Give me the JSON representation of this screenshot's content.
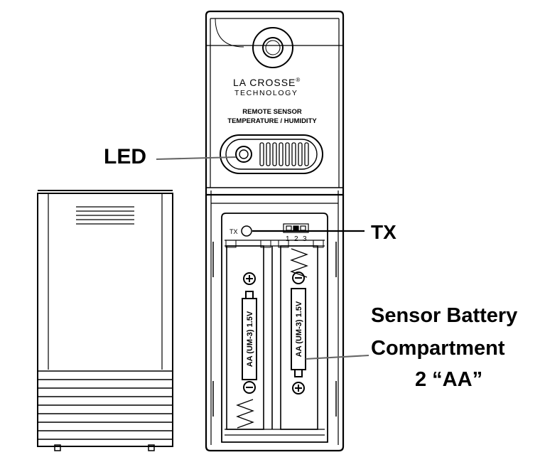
{
  "brand": {
    "name": "LA CROSSE",
    "registered": "®",
    "sub": "TECHNOLOGY"
  },
  "sensor": {
    "title_line1": "REMOTE SENSOR",
    "title_line2": "TEMPERATURE  / HUMIDITY"
  },
  "callouts": {
    "led": "LED",
    "tx": "TX",
    "battery_line1": "Sensor Battery",
    "battery_line2": "Compartment",
    "battery_line3": "2 “AA”"
  },
  "compartment": {
    "tx_mark": "TX",
    "switch_numbers": [
      "1",
      "2",
      "3"
    ],
    "battery_label": "AA (UM-3) 1.5V",
    "plus_symbol": "+",
    "minus_symbol": "−"
  },
  "colors": {
    "line": "#000000",
    "leader": "#666666",
    "background": "#ffffff"
  }
}
